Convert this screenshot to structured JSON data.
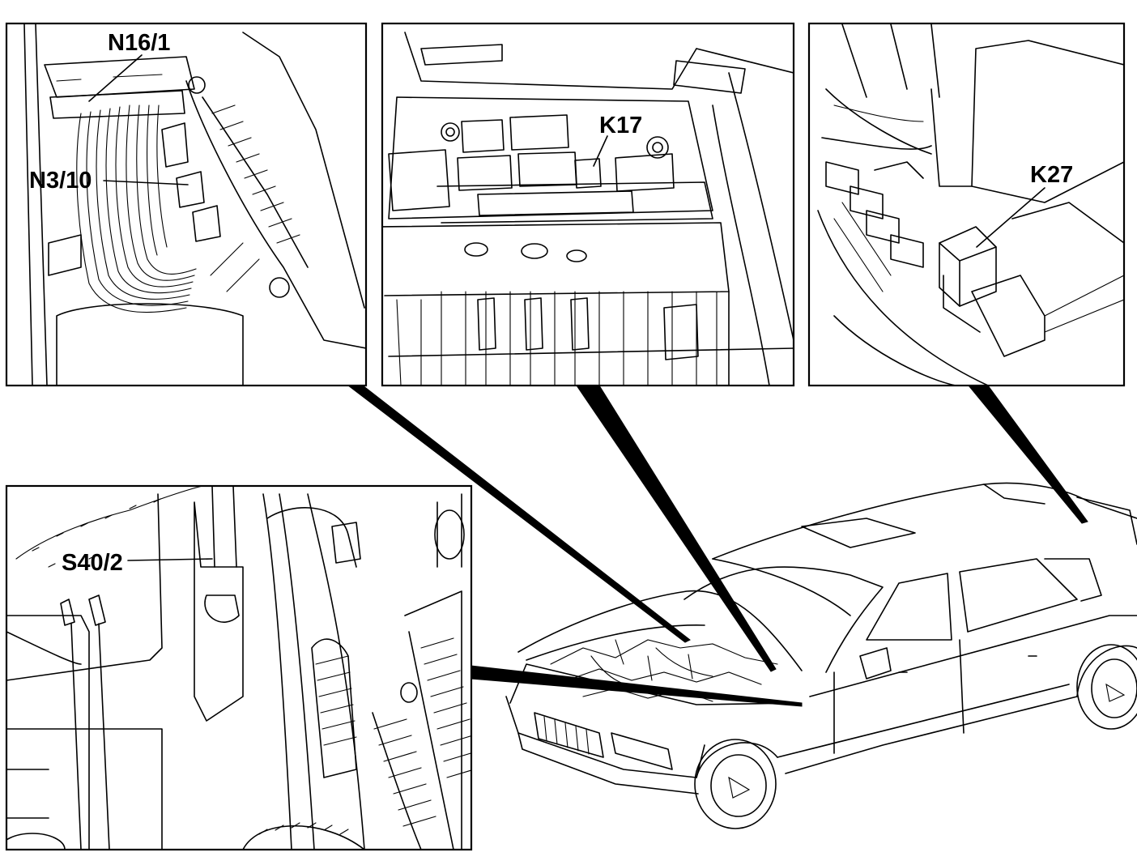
{
  "labels": {
    "n16_1": "N16/1",
    "n3_10": "N3/10",
    "k17": "K17",
    "k27": "K27",
    "s40_2": "S40/2"
  },
  "colors": {
    "line": "#000000",
    "background": "#ffffff"
  }
}
